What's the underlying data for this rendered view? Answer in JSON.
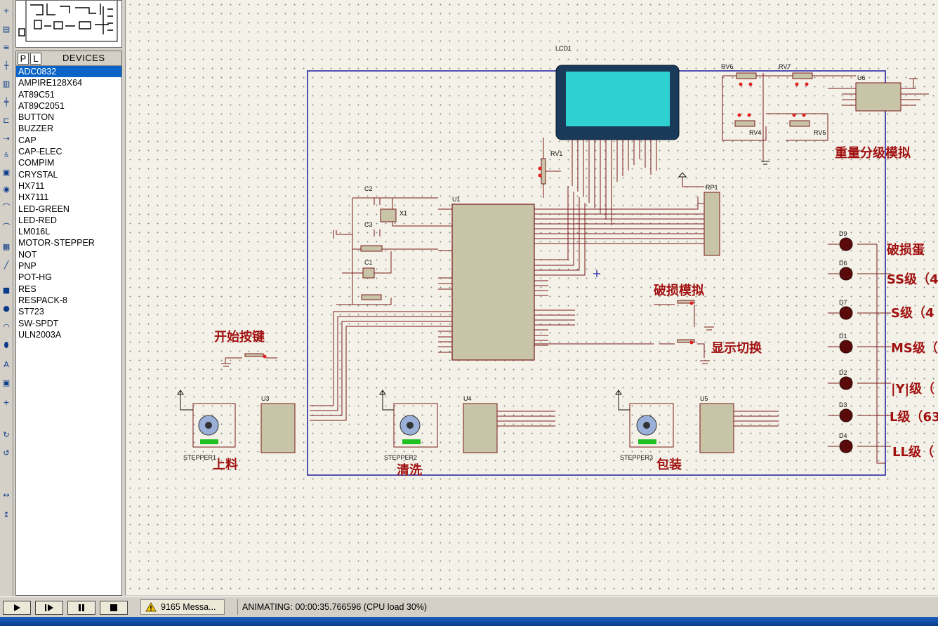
{
  "devices_panel": {
    "tab_p": "P",
    "tab_l": "L",
    "title": "DEVICES",
    "items": [
      "ADC0832",
      "AMPIRE128X64",
      "AT89C51",
      "AT89C2051",
      "BUTTON",
      "BUZZER",
      "CAP",
      "CAP-ELEC",
      "COMPIM",
      "CRYSTAL",
      "HX711",
      "HX7111",
      "LED-GREEN",
      "LED-RED",
      "LM016L",
      "MOTOR-STEPPER",
      "NOT",
      "PNP",
      "POT-HG",
      "RES",
      "RESPACK-8",
      "ST723",
      "SW-SPDT",
      "ULN2003A"
    ],
    "selected_index": 0
  },
  "schematic": {
    "labels": {
      "lcd": "LCD1",
      "mcu": "U1",
      "adc": "U6",
      "rp1": "RP1",
      "x1": "X1",
      "c1": "C1",
      "c2": "C2",
      "c3": "C3",
      "rv1": "RV1",
      "rv4": "RV4",
      "rv5": "RV5",
      "rv6": "RV6",
      "rv7": "RV7",
      "u3": "U3",
      "u4": "U4",
      "u5": "U5",
      "stepper1": "STEPPER1",
      "stepper2": "STEPPER2",
      "stepper3": "STEPPER3",
      "d1": "D1",
      "d2": "D2",
      "d3": "D3",
      "d4": "D4",
      "d6": "D6",
      "d7": "D7",
      "d9": "D9"
    },
    "annotations": {
      "start_key": "开始按键",
      "damage_sim": "破损模拟",
      "display_switch": "显示切换",
      "weight_sim": "重量分级模拟",
      "feed": "上料",
      "wash": "清洗",
      "pack": "包装",
      "broken_egg": "破损蛋",
      "ss_grade": "SS级（4",
      "s_grade": "S级（4",
      "ms_grade": "MS级（",
      "m_grade": "|Y|级（",
      "l_grade": "L级（63",
      "ll_grade": "LL级（"
    }
  },
  "status_bar": {
    "messages": "9165 Messa...",
    "animating": "ANIMATING: 00:00:35.766596 (CPU load 30%)"
  },
  "colors": {
    "wire": "#7a1a1a",
    "border": "#1a1aa0",
    "annotation": "#a01010",
    "lcd_screen": "#2fd0d0",
    "chip_fill": "#c8c4a8",
    "selection": "#0a64c8"
  }
}
